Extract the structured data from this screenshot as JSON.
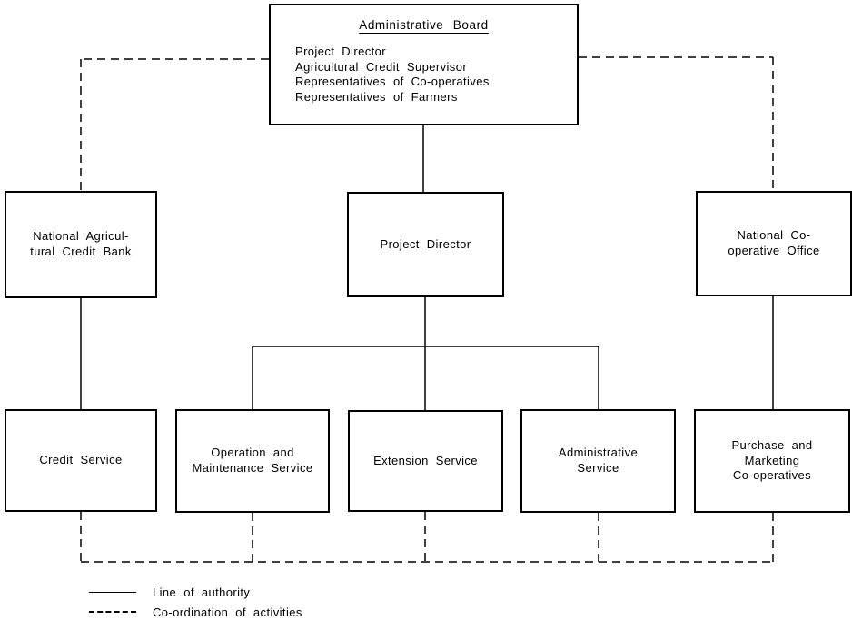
{
  "diagram": {
    "boxes": {
      "admin_board": {
        "title": "Administrative Board",
        "members": "Project Director\nAgricultural Credit Supervisor\nRepresentatives of Co-operatives\nRepresentatives of Farmers"
      },
      "natl_bank": {
        "label": "National Agricul-\ntural Credit Bank"
      },
      "project_director": {
        "label": "Project Director"
      },
      "natl_coop": {
        "label": "National Co-\noperative Office"
      },
      "credit_service": {
        "label": "Credit Service"
      },
      "operation": {
        "label": "Operation and\nMaintenance Service"
      },
      "extension": {
        "label": "Extension Service"
      },
      "admin_service": {
        "label": "Administrative\nService"
      },
      "purchase": {
        "label": "Purchase and\nMarketing\nCo-operatives"
      }
    },
    "legend": {
      "solid": "Line of authority",
      "dashed": "Co-ordination of activities"
    },
    "colors": {
      "line": "#000000",
      "background": "#ffffff"
    }
  }
}
